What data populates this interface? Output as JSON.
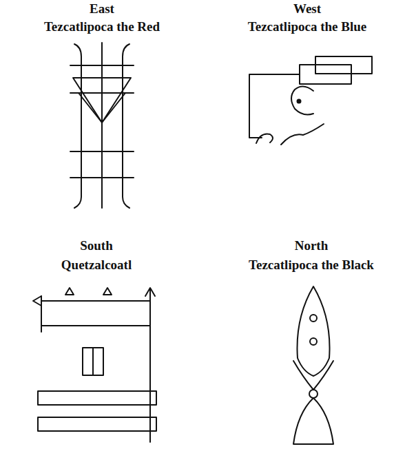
{
  "diagram": {
    "labels": [
      "East",
      "Tezcatlipoca the Red",
      "West",
      "Tezcatlipoca the Blue",
      "South",
      "Quetzalcoatl",
      "North",
      "Tezcatlipoca the Black"
    ]
  }
}
